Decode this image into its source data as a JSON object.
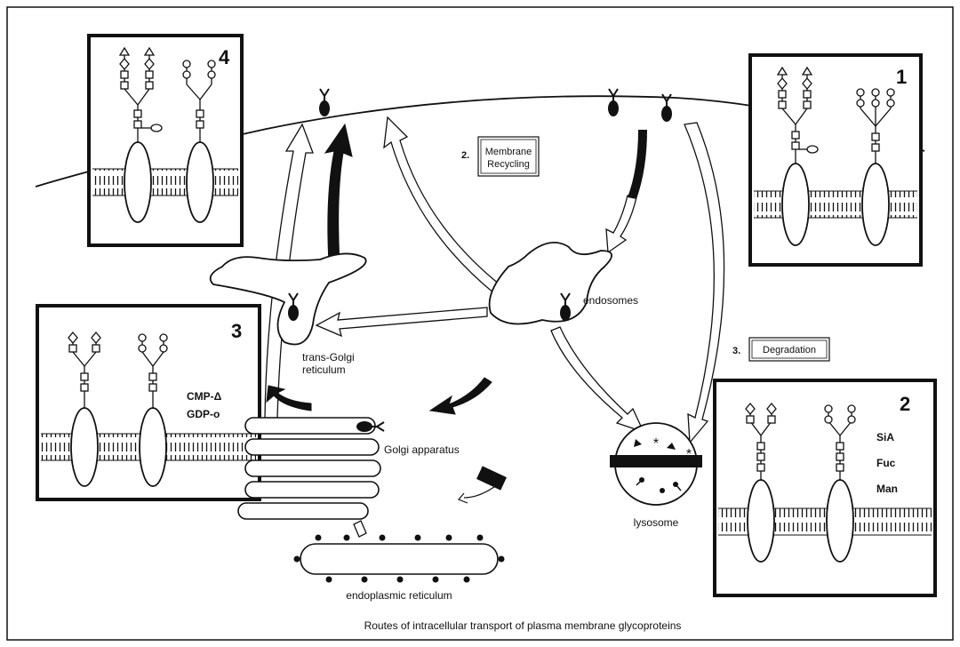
{
  "caption": "Routes of intracellular transport of plasma membrane glycoproteins",
  "boxed_labels": {
    "membrane_recycling": {
      "number": "2.",
      "line1": "Membrane",
      "line2": "Recycling"
    },
    "degradation": {
      "number": "3.",
      "text": "Degradation"
    }
  },
  "structure_labels": {
    "endosomes": "endosomes",
    "trans_golgi_line1": "trans-Golgi",
    "trans_golgi_line2": "reticulum",
    "golgi_apparatus": "Golgi apparatus",
    "lysosome": "lysosome",
    "endoplasmic_reticulum": "endoplasmic reticulum"
  },
  "panels": {
    "panel_1": {
      "number": "1"
    },
    "panel_2": {
      "number": "2",
      "sugars": [
        "SiA",
        "Fuc",
        "Man"
      ]
    },
    "panel_3": {
      "number": "3",
      "nucleotides": [
        "CMP-Δ",
        "GDP-ο"
      ]
    },
    "panel_4": {
      "number": "4"
    }
  },
  "colors": {
    "ink": "#111111",
    "paper": "#ffffff"
  }
}
